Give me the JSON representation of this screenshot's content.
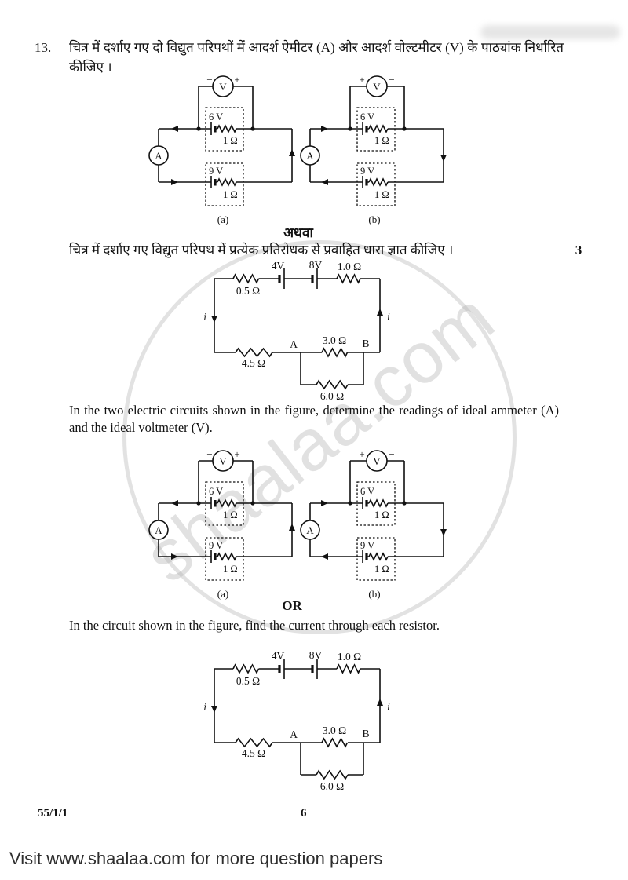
{
  "question": {
    "number": "13.",
    "hindi_text": "चित्र में दर्शाए गए दो विद्युत परिपथों में आदर्श ऐमीटर (A) और आदर्श वोल्टमीटर (V) के पाठ्यांक निर्धारित कीजिए ।",
    "hindi_or": "अथवा",
    "hindi_alt_text": "चित्र में दर्शाए गए विद्युत परिपथ में प्रत्येक प्रतिरोधक से प्रवाहित धारा ज्ञात कीजिए ।",
    "marks": "3",
    "english_text": "In the two electric circuits shown in the figure, determine the readings of ideal ammeter (A) and the ideal voltmeter (V).",
    "english_or": "OR",
    "english_alt_text": "In the circuit shown in the figure, find the current through each resistor."
  },
  "meter_circuit": {
    "voltmeter": "V",
    "ammeter": "A",
    "minus": "−",
    "plus": "+",
    "cell_top_voltage": "6 V",
    "cell_top_resistance": "1 Ω",
    "cell_bottom_voltage": "9 V",
    "cell_bottom_resistance": "1 Ω",
    "caption_a": "(a)",
    "caption_b": "(b)"
  },
  "network_circuit": {
    "r1": "0.5 Ω",
    "v1": "4V",
    "v2": "8V",
    "r2": "1.0 Ω",
    "r3": "4.5 Ω",
    "r4": "3.0 Ω",
    "r5": "6.0 Ω",
    "node_a": "A",
    "node_b": "B",
    "current": "i"
  },
  "watermark": {
    "text": "shaalaa.com"
  },
  "footer": {
    "paper_code": "55/1/1",
    "page_number": "6"
  },
  "banner": {
    "text": "Visit www.shaalaa.com for more question papers"
  }
}
